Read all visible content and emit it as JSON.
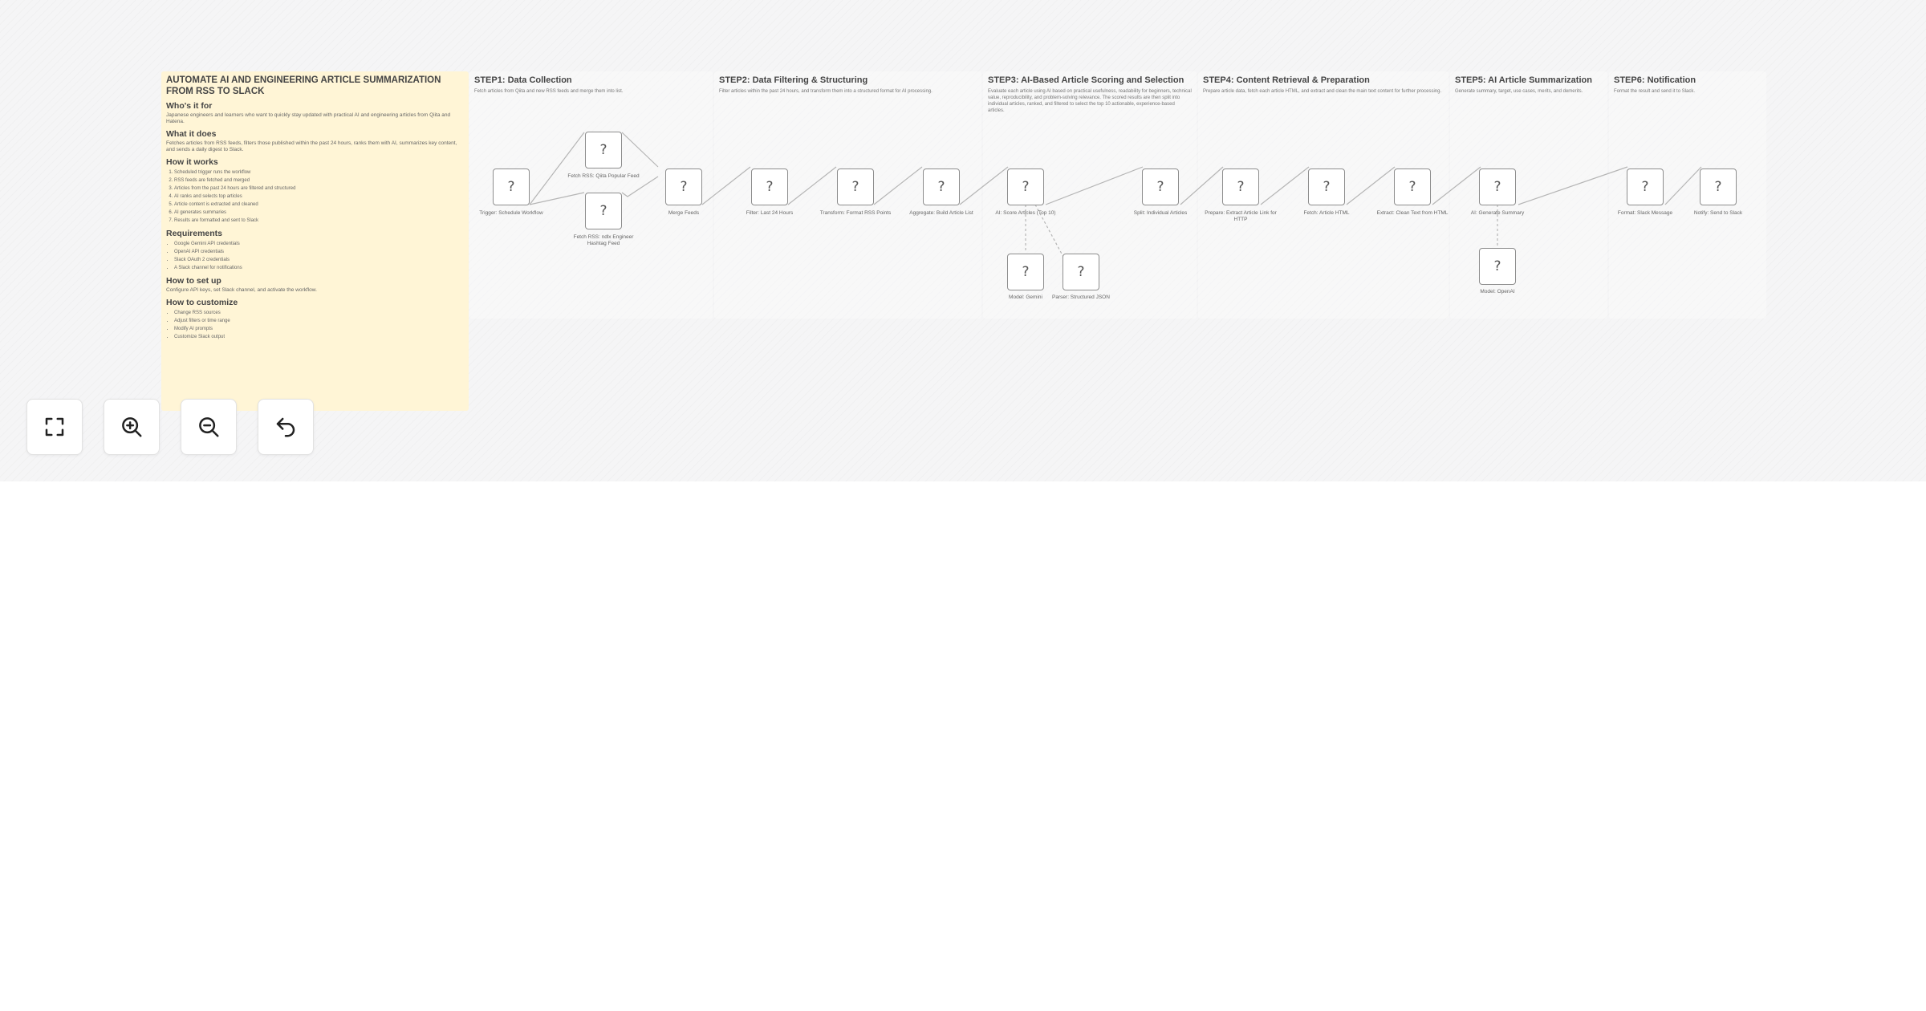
{
  "intro_note": {
    "title": "AUTOMATE AI AND ENGINEERING ARTICLE SUMMARIZATION FROM RSS TO SLACK",
    "sections": [
      {
        "heading": "Who's it for",
        "text": "Japanese engineers and learners who want to quickly stay updated with practical AI and engineering articles from Qiita and Hatena."
      },
      {
        "heading": "What it does",
        "text": "Fetches articles from RSS feeds, filters those published within the past 24 hours, ranks them with AI, summarizes key content, and sends a daily digest to Slack."
      },
      {
        "heading": "How it works",
        "ordered": true,
        "items": [
          "Scheduled trigger runs the workflow",
          "RSS feeds are fetched and merged",
          "Articles from the past 24 hours are filtered and structured",
          "AI ranks and selects top articles",
          "Article content is extracted and cleaned",
          "AI generates summaries",
          "Results are formatted and sent to Slack"
        ]
      },
      {
        "heading": "Requirements",
        "items": [
          "Google Gemini API credentials",
          "OpenAI API credentials",
          "Slack OAuth 2 credentials",
          "A Slack channel for notifications"
        ]
      },
      {
        "heading": "How to set up",
        "text": "Configure API keys, set Slack channel, and activate the workflow."
      },
      {
        "heading": "How to customize",
        "items": [
          "Change RSS sources",
          "Adjust filters or time range",
          "Modify AI prompts",
          "Customize Slack output"
        ]
      }
    ]
  },
  "steps": [
    {
      "title": "STEP1: Data Collection",
      "desc": "Fetch articles from Qiita and new RSS feeds and merge them into list."
    },
    {
      "title": "STEP2: Data Filtering & Structuring",
      "desc": "Filter articles within the past 24 hours, and transform them into a structured format for AI processing."
    },
    {
      "title": "STEP3: AI-Based Article Scoring and Selection",
      "desc": "Evaluate each article using AI based on practical usefulness, readability for beginners, technical value, reproducibility, and problem-solving relevance. The scored results are then split into individual articles, ranked, and filtered to select the top 10 actionable, experience-based articles."
    },
    {
      "title": "STEP4: Content Retrieval & Preparation",
      "desc": "Prepare article data, fetch each article HTML, and extract and clean the main text content for further processing."
    },
    {
      "title": "STEP5: AI Article Summarization",
      "desc": "Generate summary, target, use cases, merits, and demerits."
    },
    {
      "title": "STEP6: Notification",
      "desc": "Format the result and send it to Slack."
    }
  ],
  "nodes": [
    {
      "icon": "?",
      "label": "Trigger: Schedule Workflow"
    },
    {
      "icon": "?",
      "label": "Fetch RSS: Qiita Popular Feed"
    },
    {
      "icon": "?",
      "label": "Fetch RSS: ndlx Engineer Hashtag Feed"
    },
    {
      "icon": "?",
      "label": "Merge Feeds"
    },
    {
      "icon": "?",
      "label": "Filter: Last 24 Hours"
    },
    {
      "icon": "?",
      "label": "Transform: Format RSS Points"
    },
    {
      "icon": "?",
      "label": "Aggregate: Build Article List"
    },
    {
      "icon": "?",
      "label": "AI: Score Articles (Top 10)"
    },
    {
      "icon": "?",
      "label": "Model: Gemini"
    },
    {
      "icon": "?",
      "label": "Parser: Structured JSON"
    },
    {
      "icon": "?",
      "label": "Split: Individual Articles"
    },
    {
      "icon": "?",
      "label": "Prepare: Extract Article Link for HTTP"
    },
    {
      "icon": "?",
      "label": "Fetch: Article HTML"
    },
    {
      "icon": "?",
      "label": "Extract: Clean Text from HTML"
    },
    {
      "icon": "?",
      "label": "AI: Generate Summary"
    },
    {
      "icon": "?",
      "label": "Model: OpenAI"
    },
    {
      "icon": "?",
      "label": "Format: Slack Message"
    },
    {
      "icon": "?",
      "label": "Notify: Send to Slack"
    }
  ],
  "controls": [
    {
      "name": "fit-view-button",
      "icon": "fullscreen-icon"
    },
    {
      "name": "zoom-in-button",
      "icon": "zoom-in-icon"
    },
    {
      "name": "zoom-out-button",
      "icon": "zoom-out-icon"
    },
    {
      "name": "reset-zoom-button",
      "icon": "undo-icon"
    }
  ]
}
